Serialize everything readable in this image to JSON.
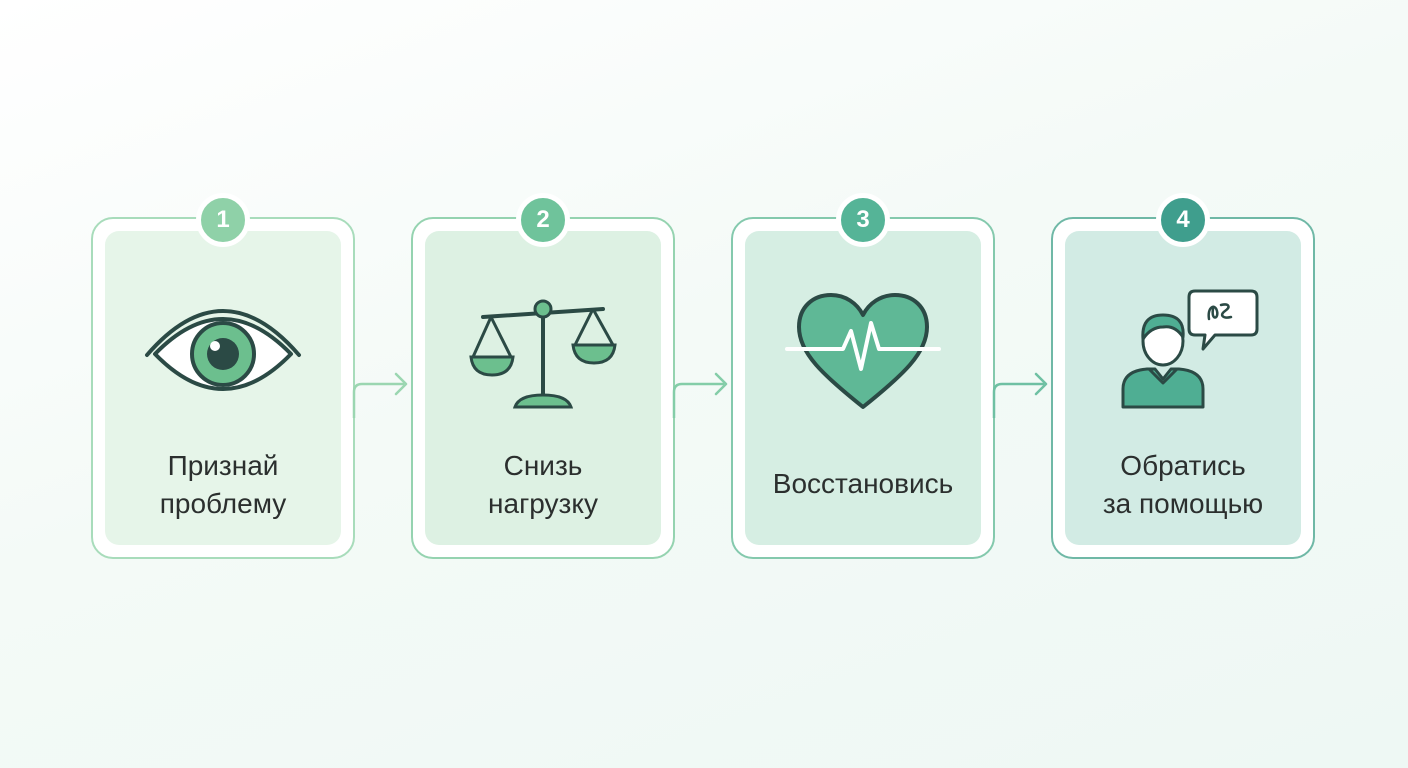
{
  "steps": [
    {
      "number": "1",
      "label": "Признай\nпроблему",
      "icon": "eye-icon"
    },
    {
      "number": "2",
      "label": "Снизь\nнагрузку",
      "icon": "scales-icon"
    },
    {
      "number": "3",
      "label": "Восстановись",
      "icon": "heart-pulse-icon"
    },
    {
      "number": "4",
      "label": "Обратись\nза помощью",
      "icon": "person-speech-icon"
    }
  ],
  "colors": {
    "step1": "#8fd1a8",
    "step2": "#6fc39b",
    "step3": "#55b497",
    "step4": "#3f9e8d",
    "ink": "#2b4a45",
    "icon_fill": "#5cba8f"
  }
}
